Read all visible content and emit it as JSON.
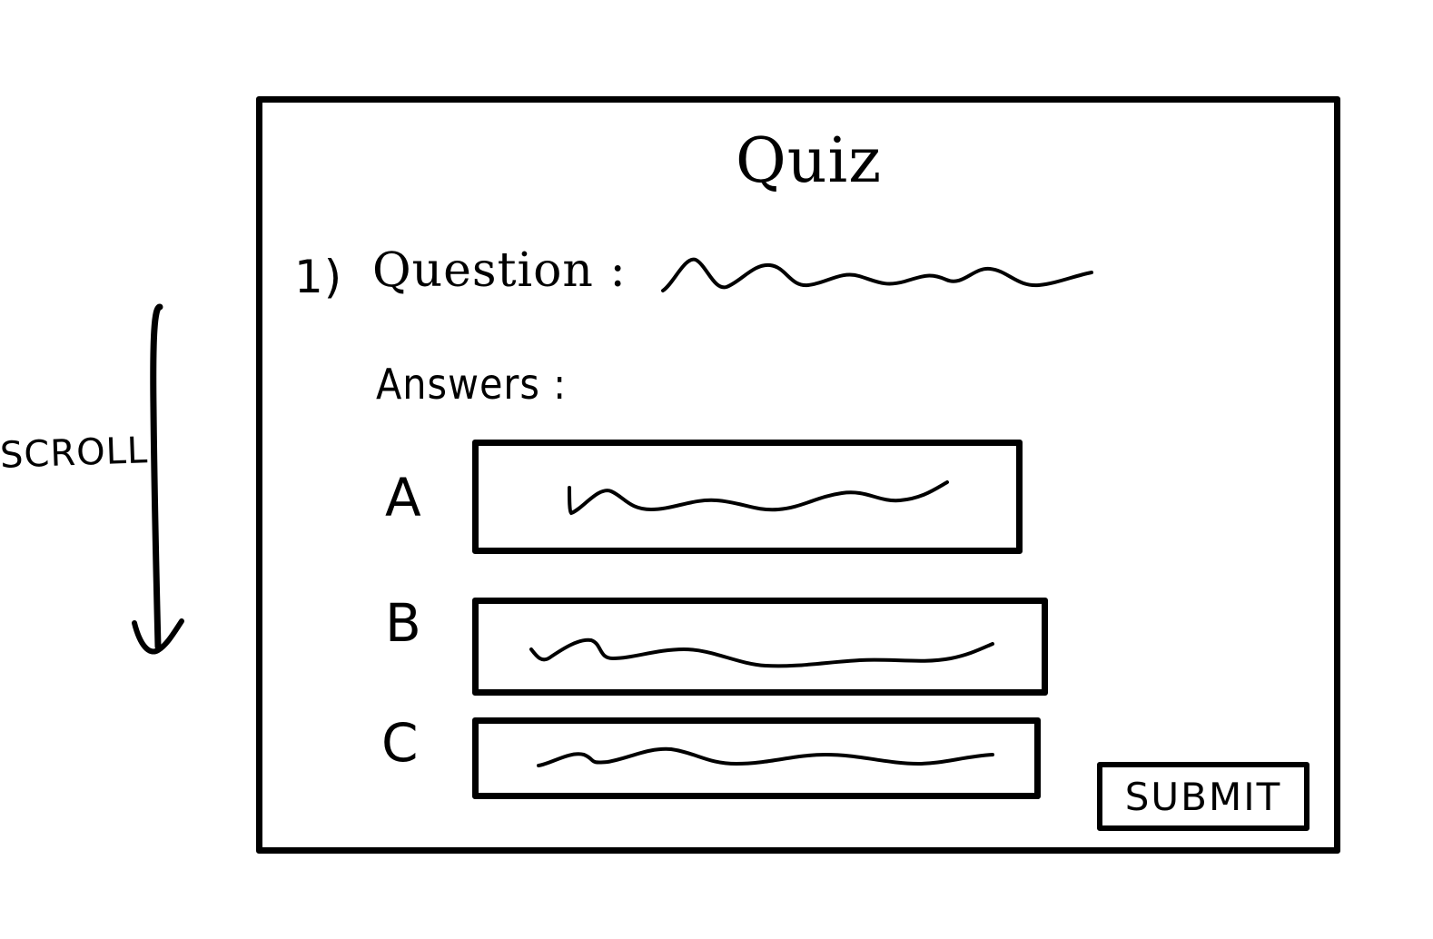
{
  "annotation": {
    "scroll_label": "SCROLL"
  },
  "quiz": {
    "title": "Quiz",
    "question": {
      "number": "1)",
      "label": "Question :"
    },
    "answers_label": "Answers :",
    "choices": [
      {
        "letter": "A"
      },
      {
        "letter": "B"
      },
      {
        "letter": "C"
      }
    ],
    "submit_label": "SUBMIT"
  }
}
